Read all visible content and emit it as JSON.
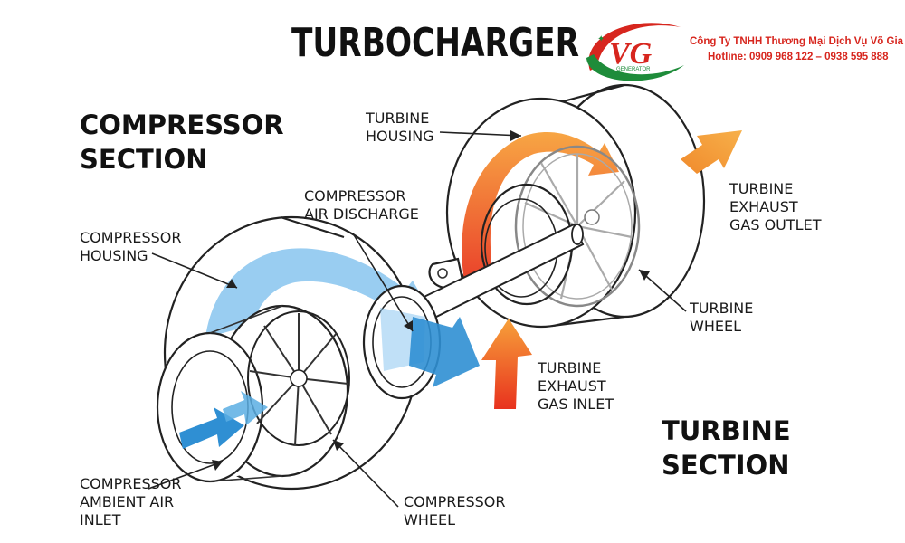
{
  "title": "TURBOCHARGER",
  "brand": {
    "logo_text": "VG",
    "logo_subtext": "GENERATOR",
    "company": "Công Ty TNHH Thương Mại Dịch Vụ Võ Gia",
    "hotline": "Hotline: 0909 968 122 – 0938 595 888"
  },
  "sections": {
    "compressor": [
      "COMPRESSOR",
      "SECTION"
    ],
    "turbine": [
      "TURBINE",
      "SECTION"
    ]
  },
  "labels": {
    "compressor_housing": [
      "COMPRESSOR",
      "HOUSING"
    ],
    "compressor_air_discharge": [
      "COMPRESSOR",
      "AIR DISCHARGE"
    ],
    "turbine_housing": [
      "TURBINE",
      "HOUSING"
    ],
    "turbine_exhaust_gas_outlet": [
      "TURBINE",
      "EXHAUST",
      "GAS OUTLET"
    ],
    "turbine_wheel": [
      "TURBINE",
      "WHEEL"
    ],
    "turbine_exhaust_gas_inlet": [
      "TURBINE",
      "EXHAUST",
      "GAS INLET"
    ],
    "compressor_ambient_air_inlet": [
      "COMPRESSOR",
      "AMBIENT AIR",
      "INLET"
    ],
    "compressor_wheel": [
      "COMPRESSOR",
      "WHEEL"
    ]
  },
  "colors": {
    "cold_air": "#5aaee3",
    "cold_air_dark": "#2f8fd3",
    "hot_gas": "#ee5a24",
    "hot_gas_light": "#f5a23a",
    "brand_red": "#d7261e",
    "brand_green": "#1e8c3a"
  }
}
